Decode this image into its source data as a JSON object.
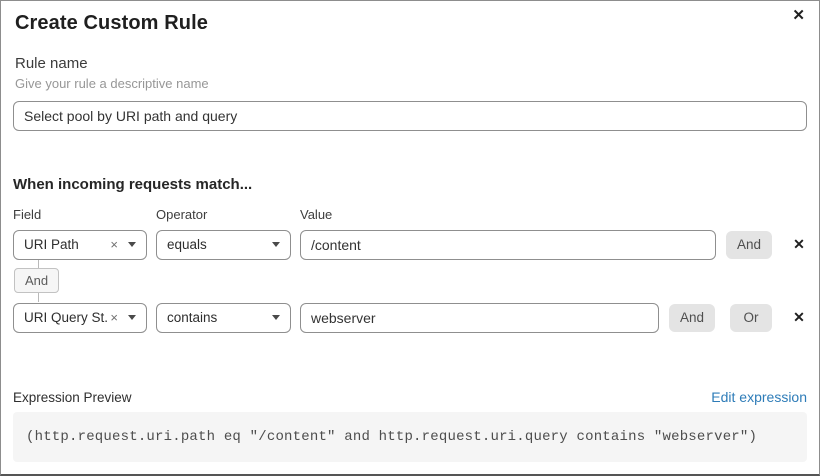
{
  "dialog": {
    "title": "Create Custom Rule"
  },
  "icons": {
    "close": "✕",
    "clear": "×",
    "remove": "✕"
  },
  "rule_name": {
    "label": "Rule name",
    "hint": "Give your rule a descriptive name",
    "value": "Select pool by URI path and query"
  },
  "matcher": {
    "heading": "When incoming requests match...",
    "columns": {
      "field": "Field",
      "operator": "Operator",
      "value": "Value"
    },
    "connector_label": "And",
    "rows": [
      {
        "field": "URI Path",
        "operator": "equals",
        "value": "/content",
        "buttons": [
          "And"
        ]
      },
      {
        "field": "URI Query St...",
        "operator": "contains",
        "value": "webserver",
        "buttons": [
          "And",
          "Or"
        ]
      }
    ]
  },
  "expression": {
    "label": "Expression Preview",
    "edit_link": "Edit expression",
    "code": "(http.request.uri.path eq \"/content\" and http.request.uri.query contains \"webserver\")"
  },
  "colors": {
    "link_blue": "#2e7cb8",
    "button_gray": "#e4e4e4",
    "code_bg": "#f5f5f5",
    "border_gray": "#8f8f8f"
  }
}
